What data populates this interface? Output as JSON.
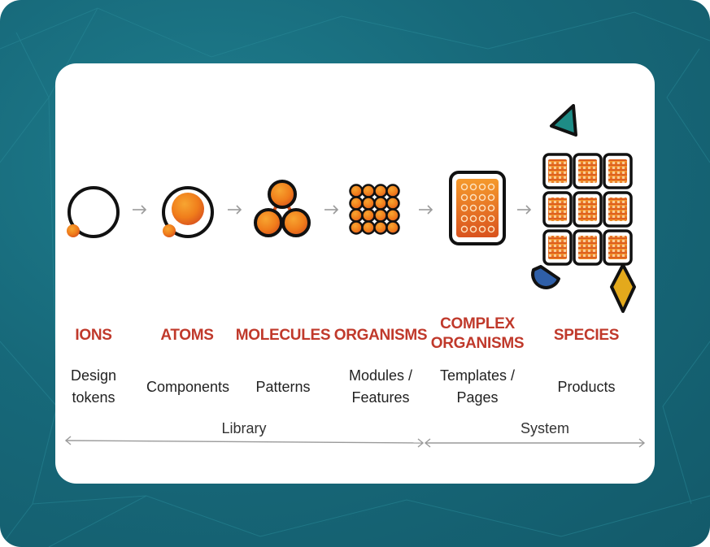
{
  "stages": [
    {
      "key": "ions",
      "title": "IONS",
      "description": "Design\ntokens"
    },
    {
      "key": "atoms",
      "title": "ATOMS",
      "description": "Components"
    },
    {
      "key": "molecules",
      "title": "MOLECULES",
      "description": "Patterns"
    },
    {
      "key": "organisms",
      "title": "ORGANISMS",
      "description": "Modules /\nFeatures"
    },
    {
      "key": "complex_organisms",
      "title": "COMPLEX\nORGANISMS",
      "description": "Templates /\nPages"
    },
    {
      "key": "species",
      "title": "SPECIES",
      "description": "Products"
    }
  ],
  "ranges": {
    "library": "Library",
    "system": "System"
  },
  "colors": {
    "background_teal": "#17697a",
    "title_red": "#c0392b",
    "orange": "#f08a1c",
    "orange_dark": "#d9531e",
    "teal_shape": "#1e8c86",
    "blue_shape": "#2f5fa8",
    "yellow_shape": "#e3a91c"
  }
}
